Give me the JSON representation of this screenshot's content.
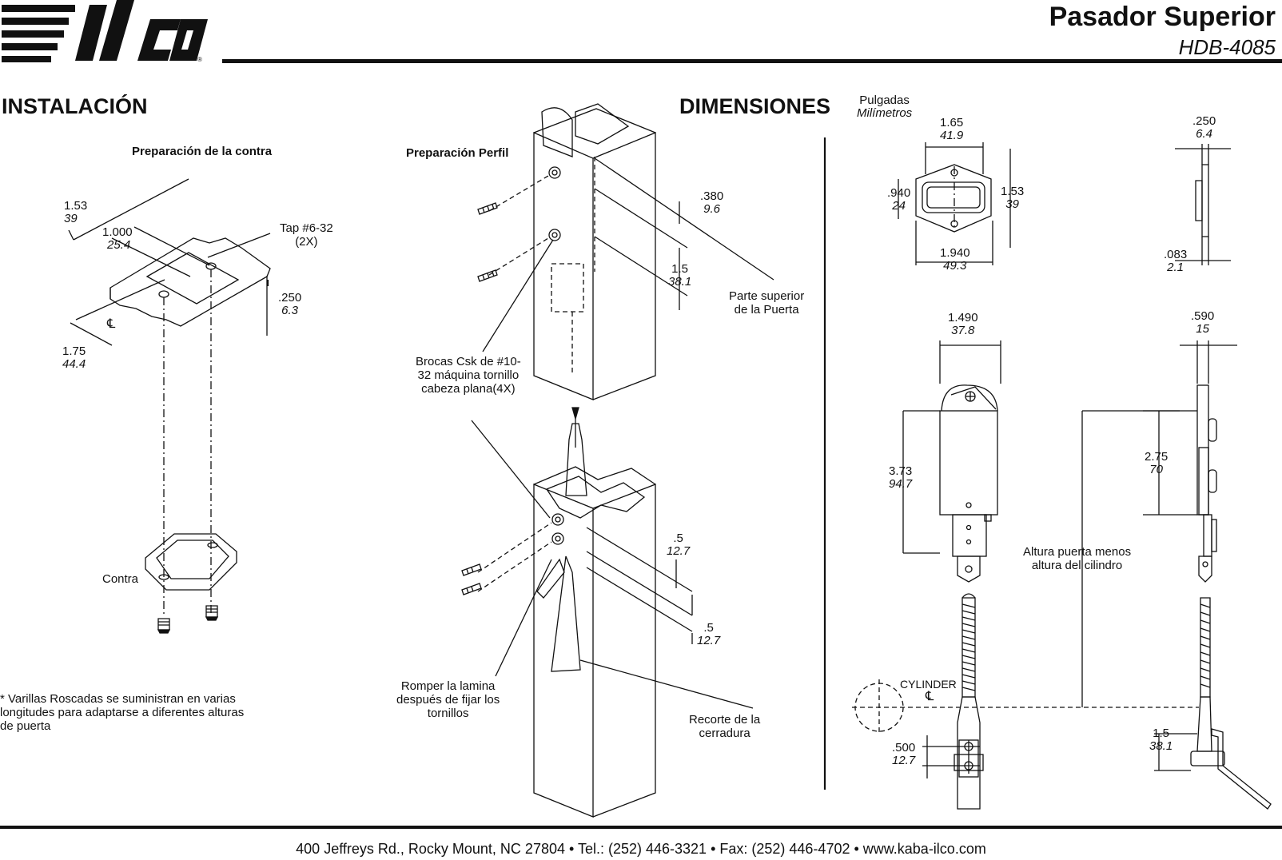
{
  "header": {
    "brand": "ilco",
    "title": "Pasador Superior",
    "model": "HDB-4085"
  },
  "installation": {
    "heading": "INSTALACIÓN",
    "strike_prep": {
      "label": "Preparación de la contra",
      "dim_width": {
        "in": "1.53",
        "mm": "39"
      },
      "dim_holes": {
        "in": "1.000",
        "mm": "25.4"
      },
      "tap": "Tap #6-32\n(2X)",
      "dim_depth": {
        "in": ".250",
        "mm": "6.3"
      },
      "dim_center": {
        "in": "1.75",
        "mm": "44.4"
      },
      "centerline": "℄",
      "strike_label": "Contra"
    },
    "profile_prep": {
      "label": "Preparación Perfil",
      "dim_top": {
        "in": ".380",
        "mm": "9.6"
      },
      "dim_mid": {
        "in": "1.5",
        "mm": "38.1"
      },
      "door_top": "Parte superior\nde la Puerta",
      "drill_note": "Brocas Csk de #10-\n32 máquina tornillo\ncabeza plana(4X)",
      "dim_a": {
        "in": ".5",
        "mm": "12.7"
      },
      "dim_b": {
        "in": ".5",
        "mm": "12.7"
      },
      "break_note": "Romper la lamina\ndespués de fijar los\ntornillos",
      "cutout_note": "Recorte de la\ncerradura"
    },
    "footnote": "* Varillas Roscadas se suministran en varias\nlongitudes para adaptarse a diferentes alturas\nde puerta"
  },
  "dimensions": {
    "heading": "DIMENSIONES",
    "units_in": "Pulgadas",
    "units_mm": "Milímetros",
    "strike_w": {
      "in": "1.65",
      "mm": "41.9"
    },
    "strike_h": {
      "in": ".940",
      "mm": "24"
    },
    "strike_h2": {
      "in": "1.53",
      "mm": "39"
    },
    "strike_base": {
      "in": "1.940",
      "mm": "49.3"
    },
    "side_thick": {
      "in": ".250",
      "mm": "6.4"
    },
    "side_plate": {
      "in": ".083",
      "mm": "2.1"
    },
    "body_w": {
      "in": "1.490",
      "mm": "37.8"
    },
    "body_d": {
      "in": ".590",
      "mm": "15"
    },
    "body_h": {
      "in": "3.73",
      "mm": "94.7"
    },
    "case_h": {
      "in": "2.75",
      "mm": "70"
    },
    "door_note": "Altura puerta menos\naltura del cilindro",
    "cylinder": "CYLINDER",
    "centerline": "℄",
    "bolt_off": {
      "in": ".500",
      "mm": "12.7"
    },
    "bolt_len": {
      "in": "1.5",
      "mm": "38.1"
    }
  },
  "footer": {
    "address": "400 Jeffreys Rd., Rocky Mount, NC 27804 • Tel.: (252) 446-3321 • Fax: (252) 446-4702 • www.kaba-ilco.com"
  }
}
